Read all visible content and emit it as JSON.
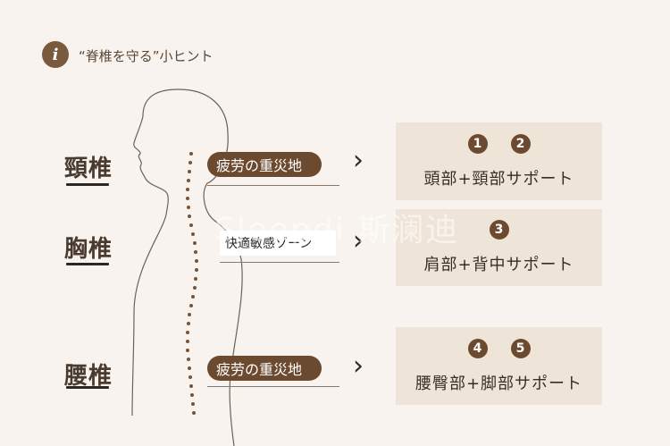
{
  "header": {
    "icon": "info-icon",
    "title": "“脊椎を守る”小ヒント"
  },
  "vertebrae": [
    {
      "label": "頸椎"
    },
    {
      "label": "胸椎"
    },
    {
      "label": "腰椎"
    }
  ],
  "tags": [
    {
      "text": "疲劳の重災地"
    },
    {
      "text": "快適敏感ゾーン"
    },
    {
      "text": "疲劳の重災地"
    }
  ],
  "panels": [
    {
      "badges": [
        "1",
        "2"
      ],
      "text": "頭部+頸部サポート"
    },
    {
      "badges": [
        "3"
      ],
      "text": "肩部+背中サポート"
    },
    {
      "badges": [
        "4",
        "5"
      ],
      "text": "腰臀部+脚部サポート"
    }
  ],
  "watermark": "Sleepdi 斯澜迪",
  "colors": {
    "accent": "#6b4a30",
    "panel": "#efe4d8",
    "background": "#f8f3ee"
  }
}
